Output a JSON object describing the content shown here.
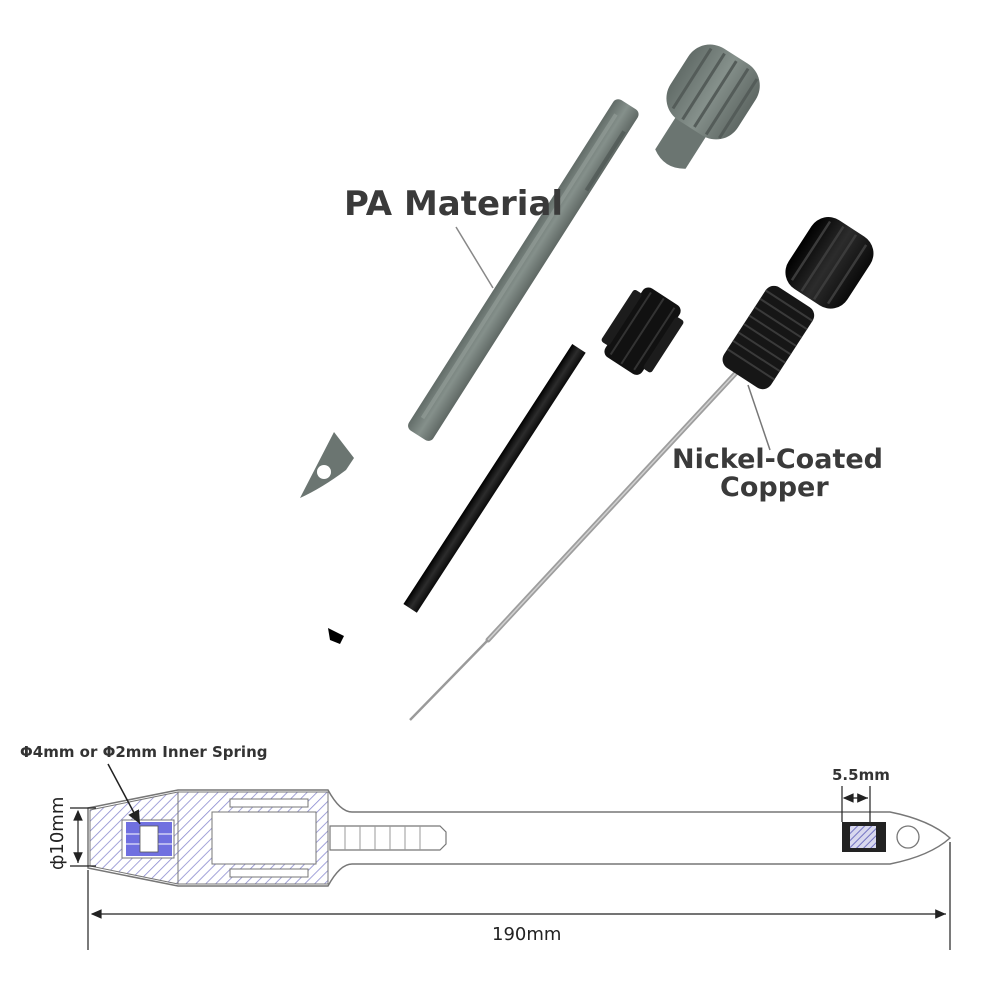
{
  "labels": {
    "pa_material": "PA Material",
    "nickel_line1": "Nickel-Coated",
    "nickel_line2": "Copper",
    "inner_spring": "Φ4mm or Φ2mm Inner Spring",
    "dim_slot": "5.5mm",
    "dim_diameter": "ф10mm",
    "dim_length": "190mm"
  },
  "colors": {
    "pa_body": "#7b8580",
    "pa_body_dark": "#5f6864",
    "black_part": "#151515",
    "needle": "#a8a8a8",
    "hatch": "#8c8cd0",
    "spring_fill": "#4c4cd8",
    "outline": "#666666"
  }
}
